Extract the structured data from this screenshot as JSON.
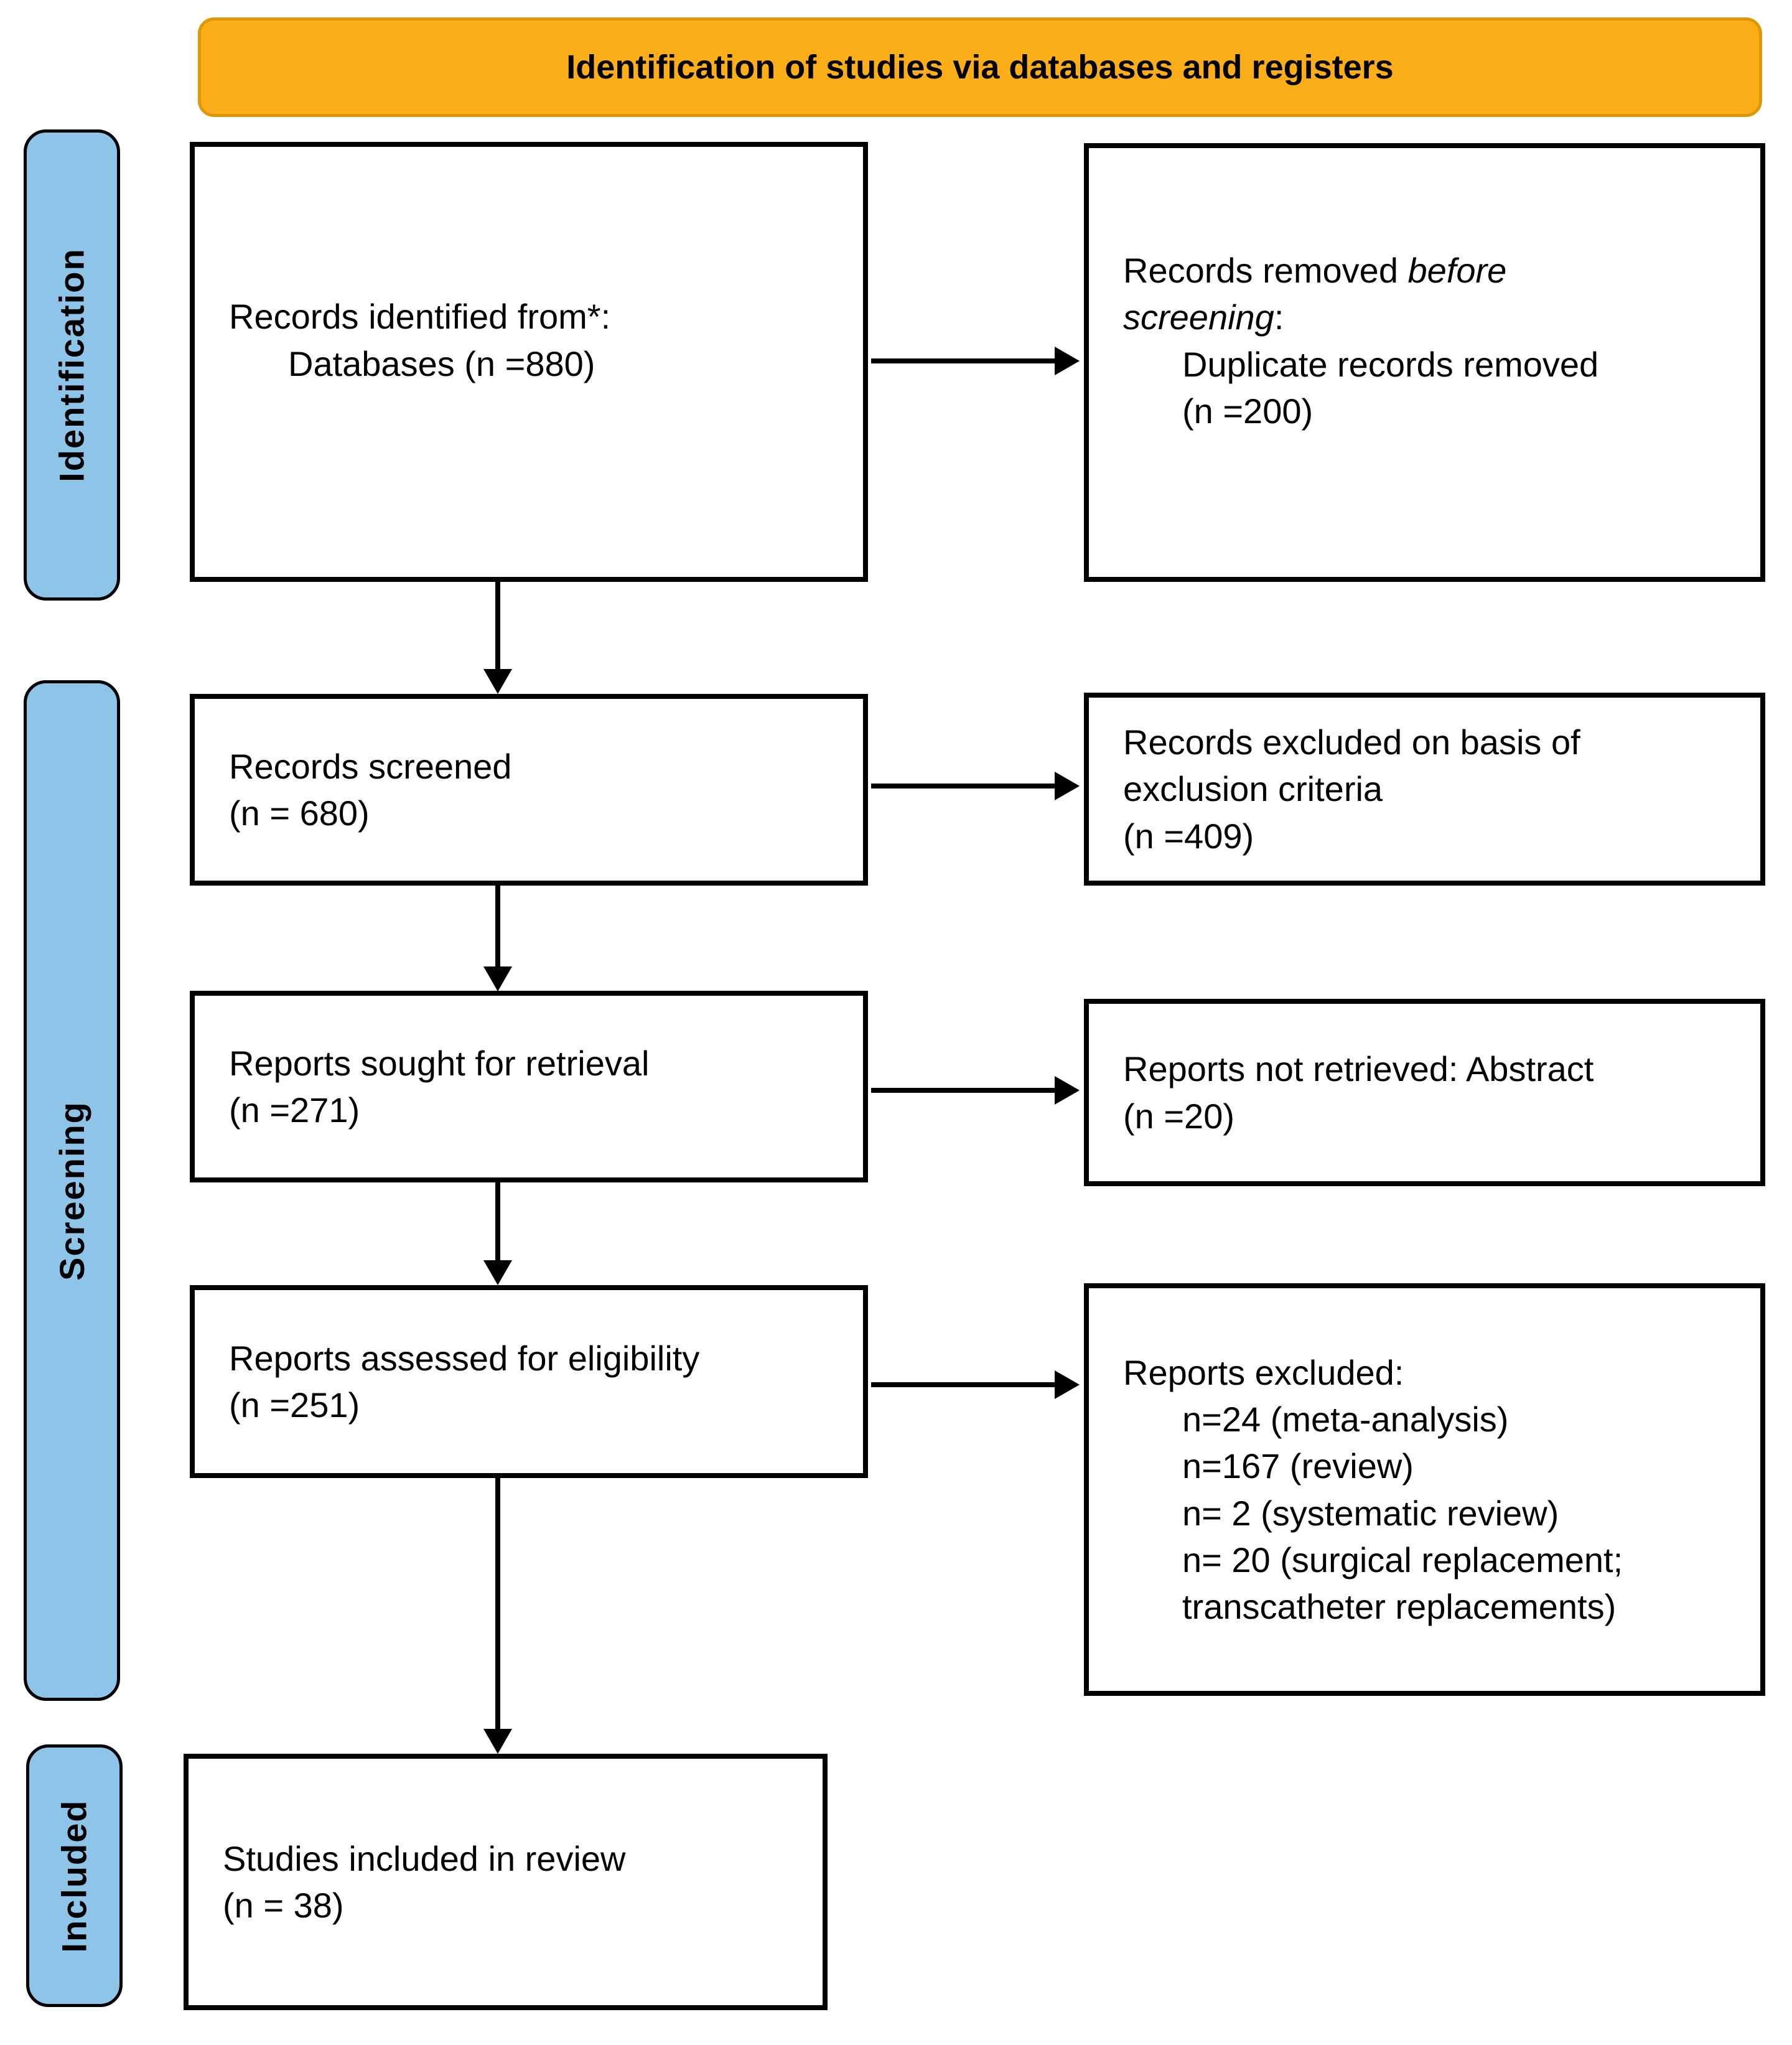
{
  "banner": {
    "title": "Identification of studies via databases and registers"
  },
  "stages": [
    {
      "label": "Identification"
    },
    {
      "label": "Screening"
    },
    {
      "label": "Included"
    }
  ],
  "boxes": {
    "records_identified": {
      "lines": [
        {
          "segments": [
            {
              "text": "Records identified from*:"
            }
          ]
        },
        {
          "indent": true,
          "segments": [
            {
              "text": "Databases (n =880)"
            }
          ]
        }
      ]
    },
    "records_removed": {
      "lines": [
        {
          "segments": [
            {
              "text": "Records removed "
            },
            {
              "text": "before",
              "italic": true
            }
          ]
        },
        {
          "segments": [
            {
              "text": "screening",
              "italic": true
            },
            {
              "text": ":"
            }
          ]
        },
        {
          "indent": true,
          "segments": [
            {
              "text": "Duplicate records removed"
            }
          ]
        },
        {
          "indent": true,
          "segments": [
            {
              "text": "(n =200)"
            }
          ]
        }
      ]
    },
    "records_screened": {
      "lines": [
        {
          "segments": [
            {
              "text": "Records screened"
            }
          ]
        },
        {
          "segments": [
            {
              "text": "(n = 680)"
            }
          ]
        }
      ]
    },
    "records_excluded": {
      "lines": [
        {
          "segments": [
            {
              "text": "Records excluded on basis of"
            }
          ]
        },
        {
          "segments": [
            {
              "text": "exclusion criteria"
            }
          ]
        },
        {
          "segments": [
            {
              "text": "(n =409)"
            }
          ]
        }
      ]
    },
    "reports_sought": {
      "lines": [
        {
          "segments": [
            {
              "text": "Reports sought for retrieval"
            }
          ]
        },
        {
          "segments": [
            {
              "text": "(n =271)"
            }
          ]
        }
      ]
    },
    "reports_not_retrieved": {
      "lines": [
        {
          "segments": [
            {
              "text": "Reports not retrieved: Abstract"
            }
          ]
        },
        {
          "segments": [
            {
              "text": "(n =20)"
            }
          ]
        }
      ]
    },
    "reports_assessed": {
      "lines": [
        {
          "segments": [
            {
              "text": "Reports assessed for eligibility"
            }
          ]
        },
        {
          "segments": [
            {
              "text": "(n =251)"
            }
          ]
        }
      ]
    },
    "reports_excluded": {
      "lines": [
        {
          "segments": [
            {
              "text": "Reports excluded:"
            }
          ]
        },
        {
          "indent": true,
          "segments": [
            {
              "text": "n=24 (meta-analysis)"
            }
          ]
        },
        {
          "indent": true,
          "segments": [
            {
              "text": "n=167 (review)"
            }
          ]
        },
        {
          "indent": true,
          "segments": [
            {
              "text": "n= 2 (systematic review)"
            }
          ]
        },
        {
          "indent": true,
          "segments": [
            {
              "text": "n= 20 (surgical replacement;"
            }
          ]
        },
        {
          "indent": true,
          "segments": [
            {
              "text": "transcatheter replacements)"
            }
          ]
        }
      ]
    },
    "studies_included": {
      "lines": [
        {
          "segments": [
            {
              "text": "Studies included in review"
            }
          ]
        },
        {
          "segments": [
            {
              "text": "(n = 38)"
            }
          ]
        }
      ]
    }
  },
  "colors": {
    "page_bg": "#ffffff",
    "banner_bg": "#FBAE17",
    "banner_border": "#DD9708",
    "stage_bg": "#8EC4E8",
    "line_color": "#000000",
    "text_color": "#000000"
  }
}
